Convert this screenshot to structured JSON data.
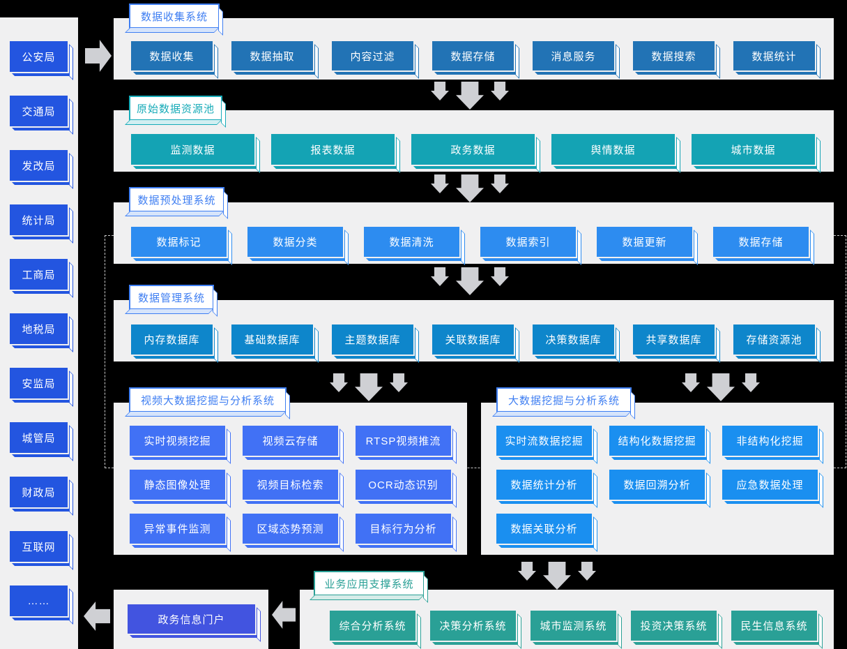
{
  "sidebar": {
    "items": [
      "公安局",
      "交通局",
      "发改局",
      "统计局",
      "工商局",
      "地税局",
      "安监局",
      "城管局",
      "财政局",
      "互联网",
      "……"
    ]
  },
  "sections": {
    "collection": {
      "title": "数据收集系统",
      "items": [
        "数据收集",
        "数据抽取",
        "内容过滤",
        "数据存储",
        "消息服务",
        "数据搜索",
        "数据统计"
      ]
    },
    "raw_pool": {
      "title": "原始数据资源池",
      "items": [
        "监测数据",
        "报表数据",
        "政务数据",
        "舆情数据",
        "城市数据"
      ]
    },
    "preprocess": {
      "title": "数据预处理系统",
      "items": [
        "数据标记",
        "数据分类",
        "数据清洗",
        "数据索引",
        "数据更新",
        "数据存储"
      ]
    },
    "management": {
      "title": "数据管理系统",
      "items": [
        "内存数据库",
        "基础数据库",
        "主题数据库",
        "关联数据库",
        "决策数据库",
        "共享数据库",
        "存储资源池"
      ]
    },
    "video_mining": {
      "title": "视频大数据挖掘与分析系统",
      "items": [
        "实时视频挖掘",
        "视频云存储",
        "RTSP视频推流",
        "静态图像处理",
        "视频目标检索",
        "OCR动态识别",
        "异常事件监测",
        "区域态势预测",
        "目标行为分析"
      ]
    },
    "big_data_mining": {
      "title": "大数据挖掘与分析系统",
      "items": [
        "实时流数据挖掘",
        "结构化数据挖掘",
        "非结构化挖掘",
        "数据统计分析",
        "数据回溯分析",
        "应急数据处理",
        "数据关联分析"
      ]
    },
    "business_support": {
      "title": "业务应用支撑系统",
      "items": [
        "综合分析系统",
        "决策分析系统",
        "城市监测系统",
        "投资决策系统",
        "民生信息系统"
      ]
    },
    "portal": {
      "label": "政务信息门户"
    }
  },
  "colors": {
    "background": "#000000",
    "panel_gray": "#f0f0f1",
    "arrow_gray": "#cfd0d4",
    "sidebar_button": "#2355e0",
    "collection_button": "#2273b5",
    "raw_pool_button": "#14a3b4",
    "preprocess_button": "#2d8cf0",
    "management_button": "#0e86cb",
    "video_mining_button": "#4171f5",
    "big_data_mining_button": "#1a8ff0",
    "business_button": "#2aa096",
    "portal_button": "#4254e0",
    "tag_blue": "#3e7ef2",
    "tag_teal": "#17abb8",
    "tag_green": "#2aa096"
  }
}
